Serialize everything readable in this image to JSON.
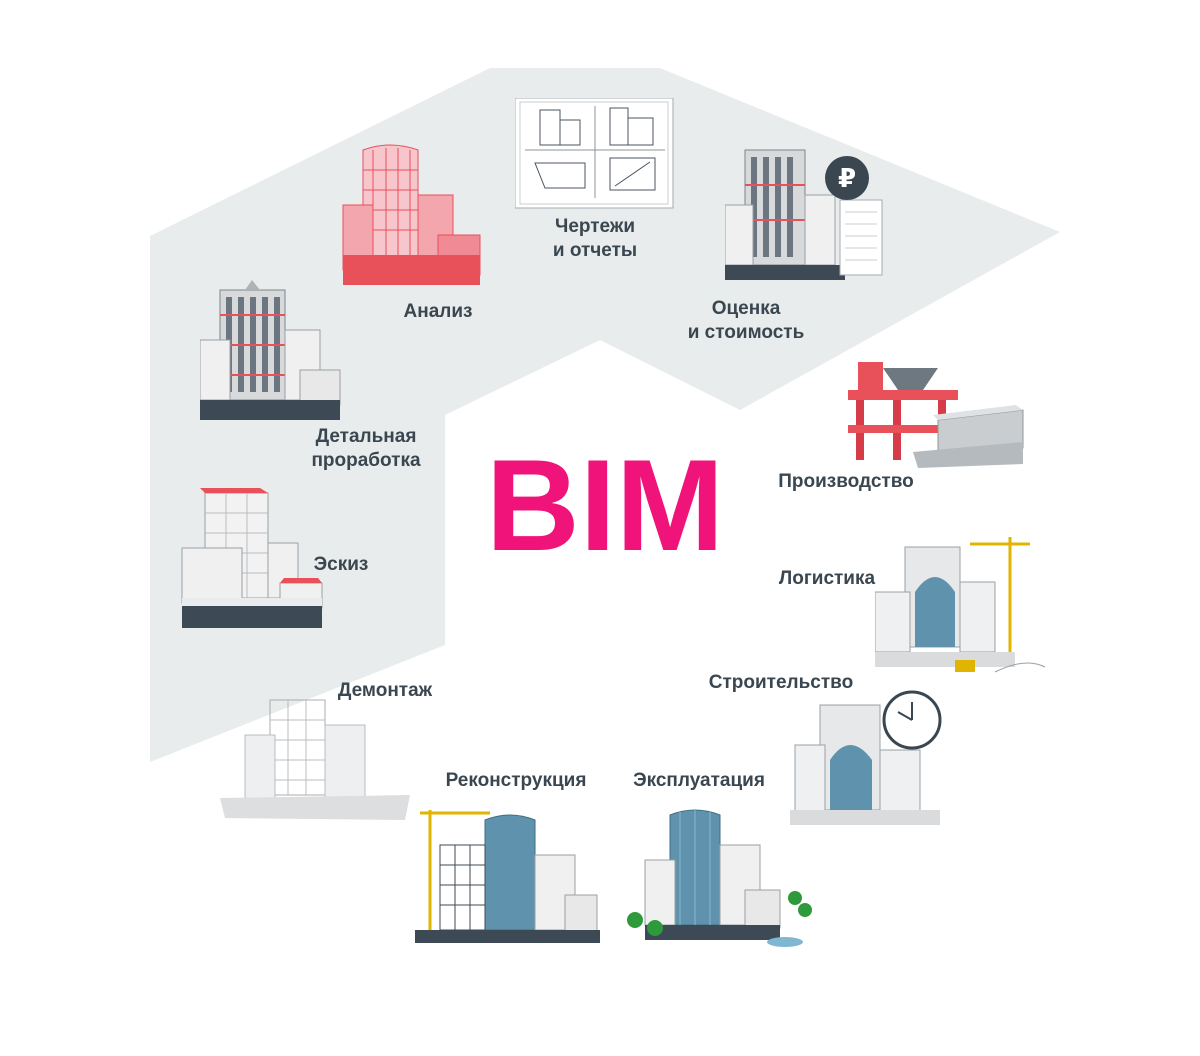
{
  "center_title": "BIM",
  "colors": {
    "accent": "#f0147a",
    "background_shape": "#e9ecec",
    "label": "#3a4650",
    "highlight_red": "#e8505a",
    "glass_blue": "#5f93ad",
    "concrete": "#d8dadb"
  },
  "stages": [
    {
      "id": "sketch",
      "label": "Эскиз",
      "icon": "sketch-building-icon"
    },
    {
      "id": "detailed",
      "label": "Детальная\nпроработка",
      "icon": "detailed-building-icon"
    },
    {
      "id": "analysis",
      "label": "Анализ",
      "icon": "analysis-building-icon"
    },
    {
      "id": "drawings",
      "label": "Чертежи\nи отчеты",
      "icon": "drawings-sheet-icon"
    },
    {
      "id": "estimate",
      "label": "Оценка\nи стоимость",
      "icon": "estimate-building-ruble-icon"
    },
    {
      "id": "production",
      "label": "Производство",
      "icon": "precast-factory-icon"
    },
    {
      "id": "logistics",
      "label": "Логистика",
      "icon": "logistics-crane-icon"
    },
    {
      "id": "construction",
      "label": "Строительство",
      "icon": "construction-clock-icon"
    },
    {
      "id": "operation",
      "label": "Эксплуатация",
      "icon": "operation-building-icon"
    },
    {
      "id": "reconstruction",
      "label": "Реконструкция",
      "icon": "reconstruction-crane-icon"
    },
    {
      "id": "demolition",
      "label": "Демонтаж",
      "icon": "demolition-building-icon"
    }
  ]
}
